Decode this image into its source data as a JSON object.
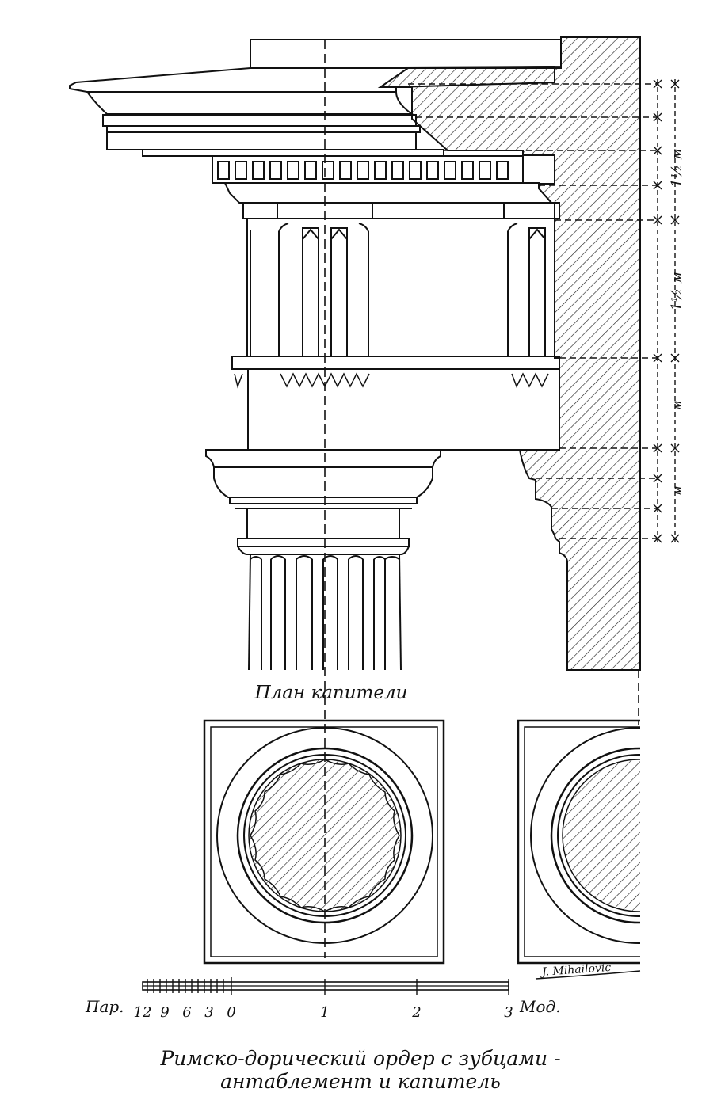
{
  "plan_label": "План капители",
  "dimensions": [
    "1½ м",
    "1½ м",
    "м",
    "м"
  ],
  "scale": {
    "left_label": "Пар.",
    "parts_ticks": [
      "12",
      "9",
      "6",
      "3",
      "0"
    ],
    "module_ticks": [
      "1",
      "2",
      "3"
    ],
    "right_label": "Мод."
  },
  "signature": "J. Mihailovic",
  "caption": {
    "line1": "Римско-дорический ордер с зубцами -",
    "line2": "антаблемент и капитель"
  }
}
